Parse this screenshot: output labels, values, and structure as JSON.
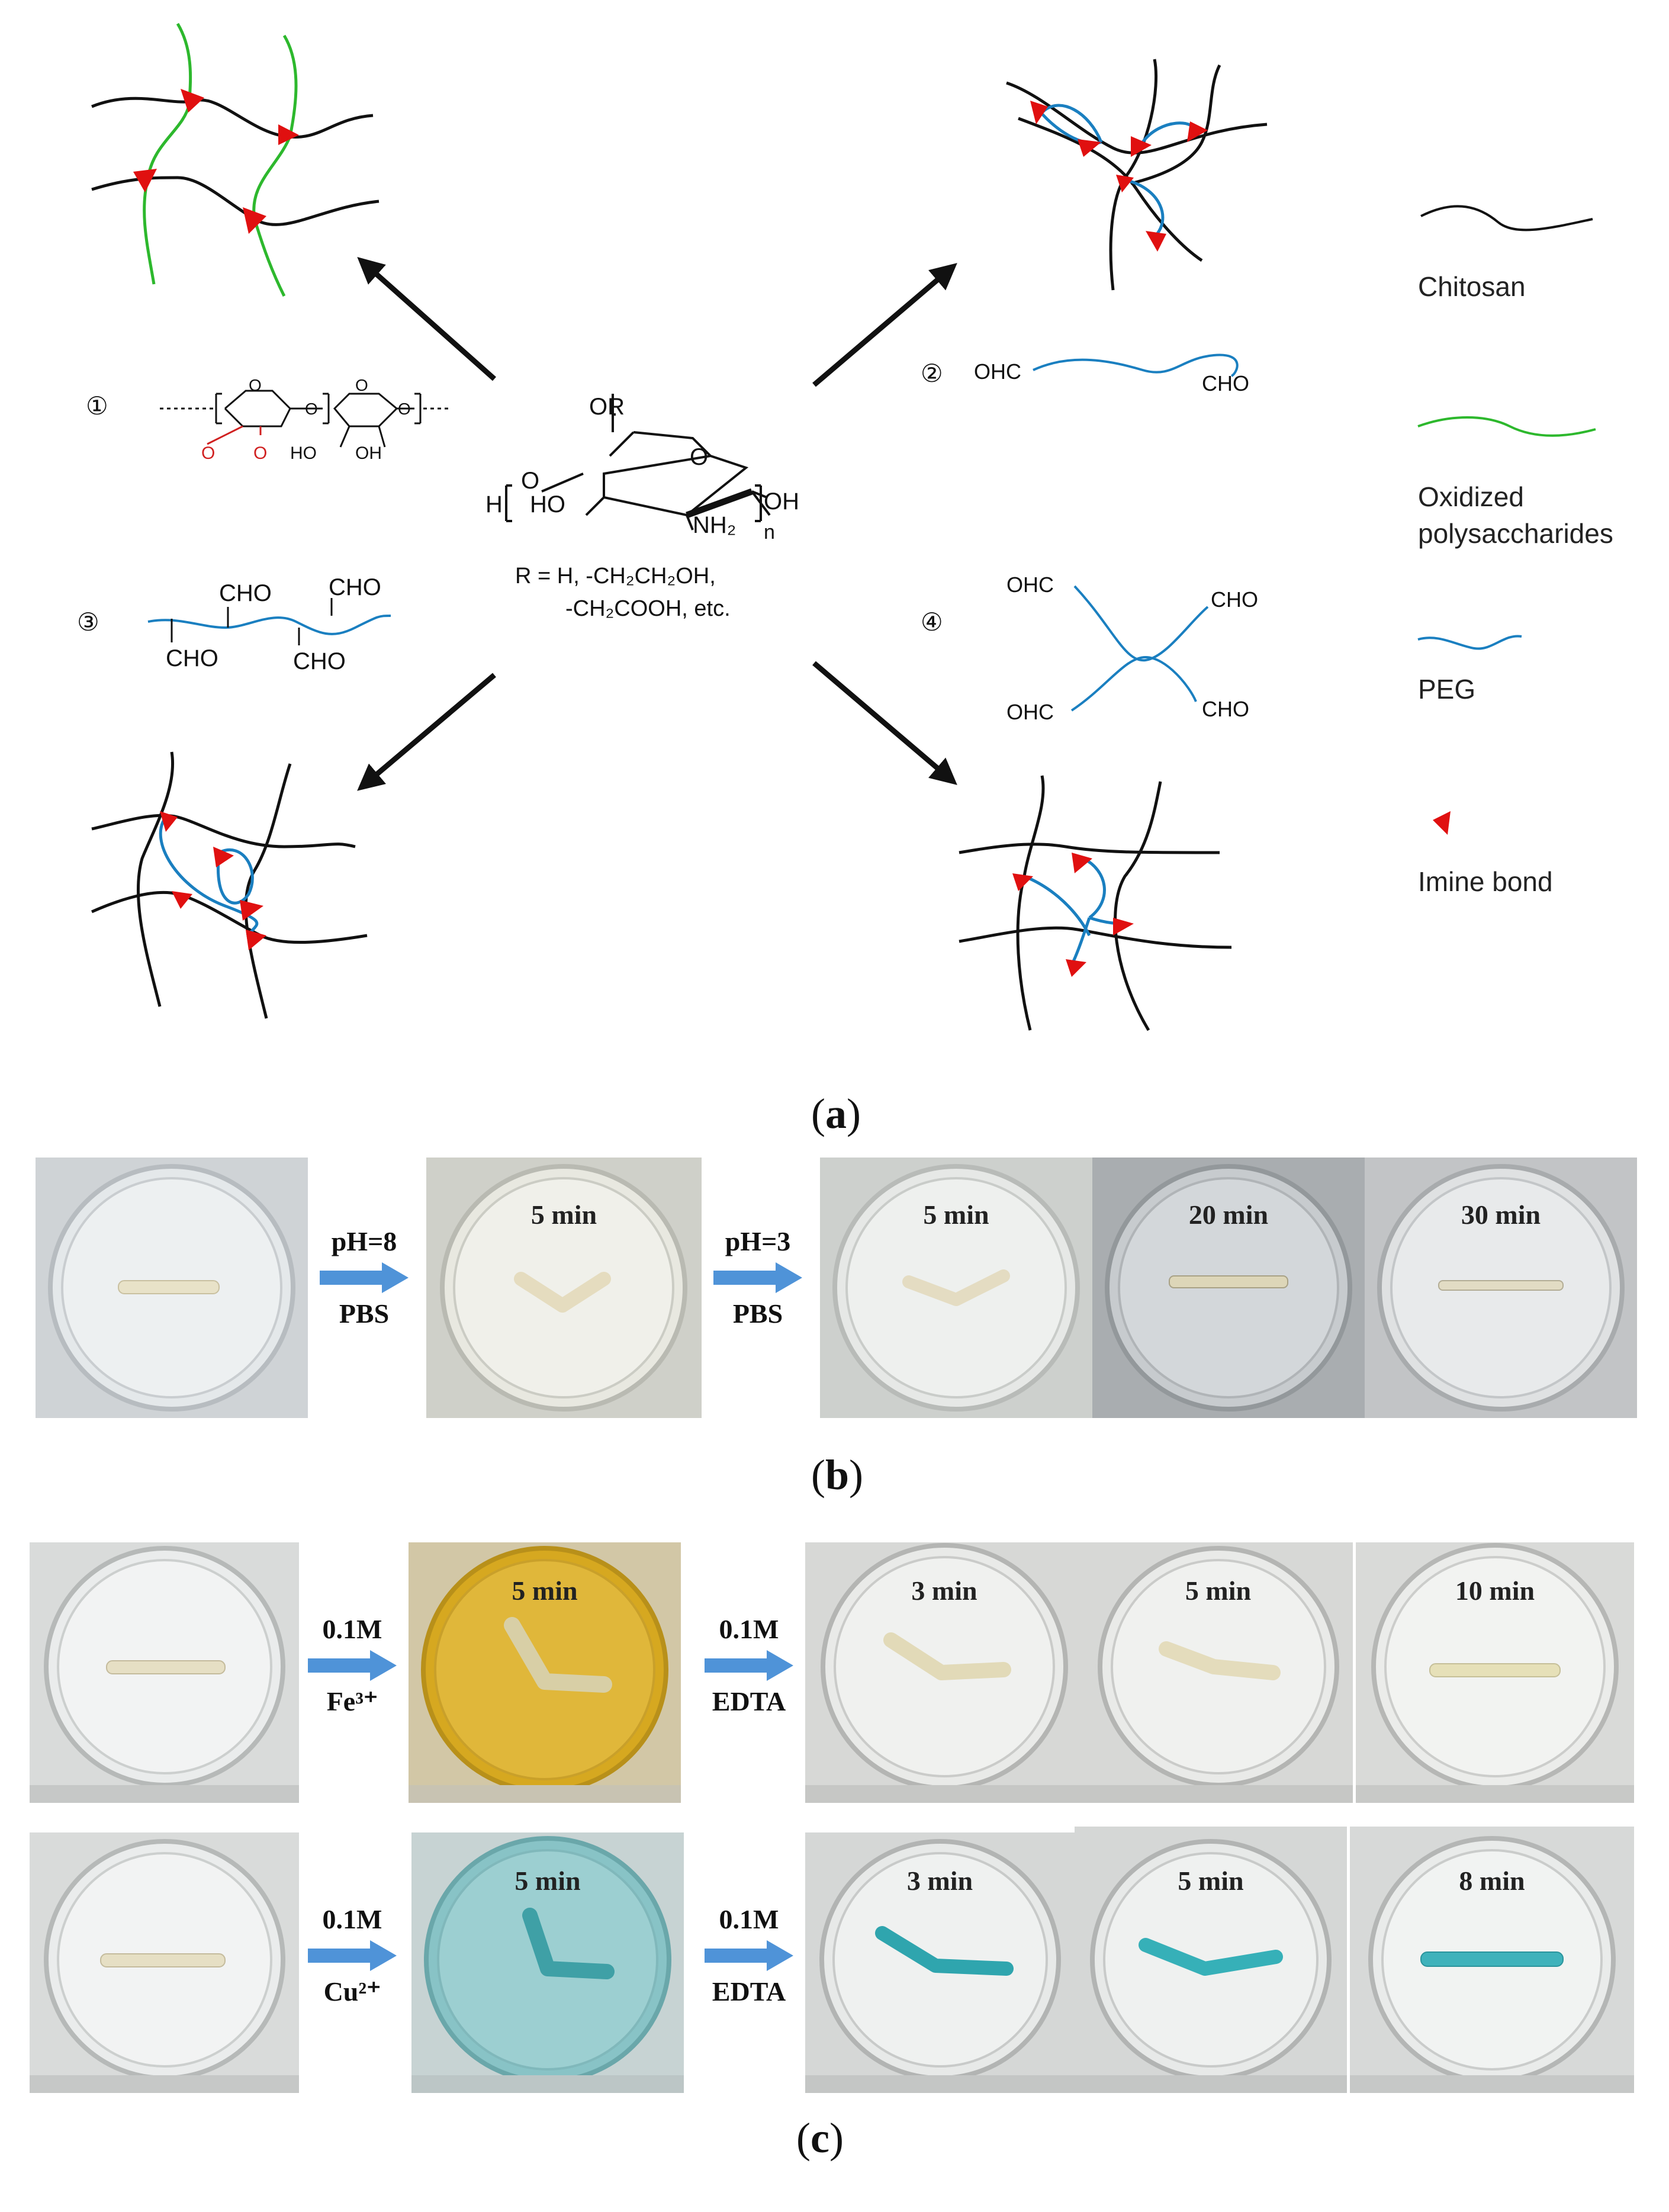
{
  "panel_a": {
    "label": "a",
    "scheme_1": "①",
    "scheme_2": "②",
    "scheme_3": "③",
    "scheme_4": "④",
    "r_line1": "R = H, -CH₂CH₂OH,",
    "r_line2": "-CH₂COOH, etc.",
    "chitosan_labels": {
      "or": "OR",
      "o_ring": "O",
      "ho": "HO",
      "nh2": "NH₂",
      "oh": "OH",
      "h": "H",
      "o_left": "O",
      "n": "n"
    },
    "struct1": {
      "ho": "HO",
      "oh": "OH"
    },
    "peg2": {
      "left": "OHC",
      "right": "CHO"
    },
    "peg3": {
      "cho": "CHO"
    },
    "peg4": {
      "tl": "OHC",
      "tr": "CHO",
      "bl": "OHC",
      "br": "CHO"
    },
    "legend": [
      {
        "label": "Chitosan",
        "color": "#111111"
      },
      {
        "label": "Oxidized polysaccharides",
        "color": "#2db82d"
      },
      {
        "label": "PEG",
        "color": "#1a7fc0"
      },
      {
        "label": "Imine bond",
        "color": "#e01010"
      }
    ]
  },
  "panel_b": {
    "label": "b",
    "arrow1_top": "pH=8",
    "arrow1_bottom": "PBS",
    "arrow2_top": "pH=3",
    "arrow2_bottom": "PBS",
    "times": [
      "5 min",
      "5 min",
      "20 min",
      "30 min"
    ]
  },
  "panel_c": {
    "label": "c",
    "row1": {
      "arrow1_top": "0.1M",
      "arrow1_bottom": "Fe³⁺",
      "arrow2_top": "0.1M",
      "arrow2_bottom": "EDTA",
      "times": [
        "5 min",
        "3 min",
        "5 min",
        "10 min"
      ]
    },
    "row2": {
      "arrow1_top": "0.1M",
      "arrow1_bottom": "Cu²⁺",
      "arrow2_top": "0.1M",
      "arrow2_bottom": "EDTA",
      "times": [
        "5 min",
        "3 min",
        "5 min",
        "8 min"
      ]
    }
  }
}
